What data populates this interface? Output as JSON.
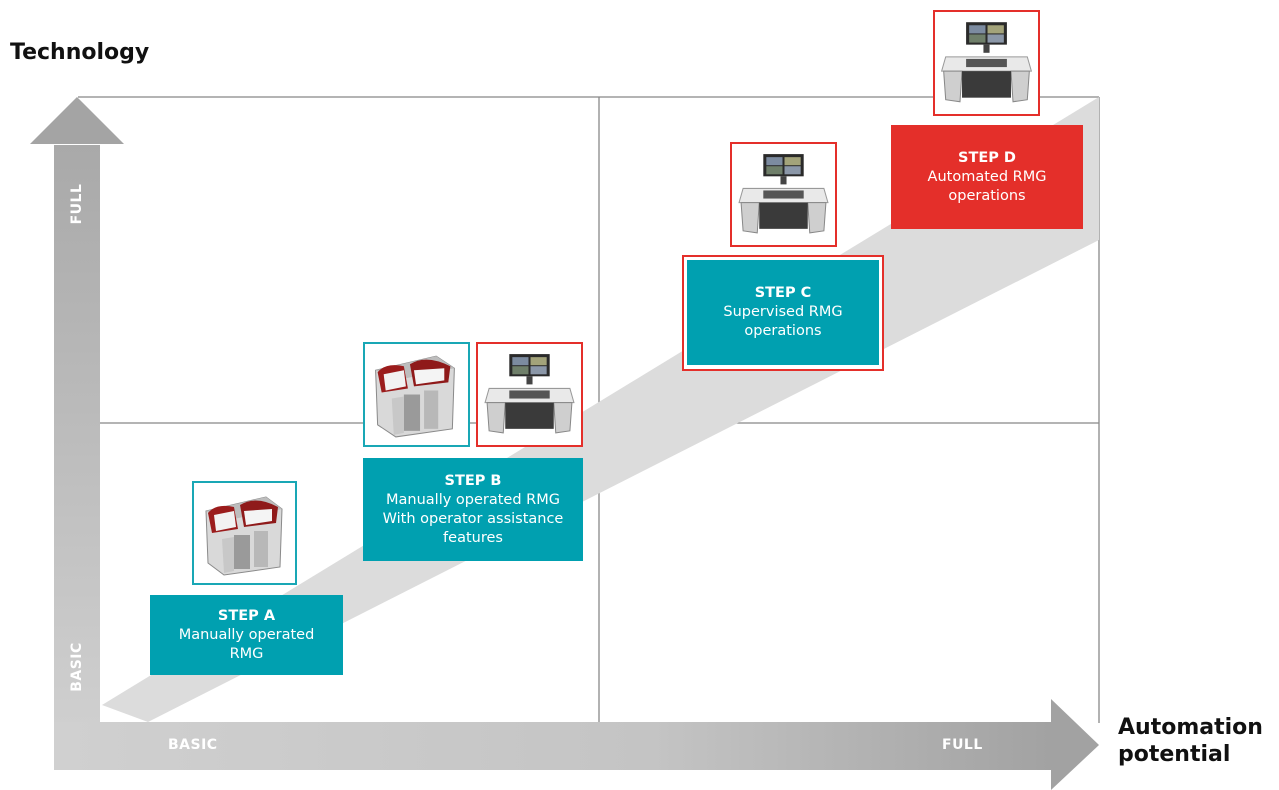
{
  "axes": {
    "y_title": "Technology",
    "x_title_line1": "Automation",
    "x_title_line2": "potential",
    "y_low": "BASIC",
    "y_high": "FULL",
    "x_low": "BASIC",
    "x_high": "FULL"
  },
  "steps": [
    {
      "title": "STEP A",
      "line1": "Manually operated",
      "line2": "RMG",
      "line3": "",
      "color": "#00a0b0"
    },
    {
      "title": "STEP B",
      "line1": "Manually operated RMG",
      "line2": "With operator assistance",
      "line3": "features",
      "color": "#00a0b0"
    },
    {
      "title": "STEP C",
      "line1": "Supervised RMG",
      "line2": "operations",
      "line3": "",
      "color": "#00a0b0"
    },
    {
      "title": "STEP D",
      "line1": "Automated RMG",
      "line2": "operations",
      "line3": "",
      "color": "#e42f2a"
    }
  ],
  "thumbnails": [
    {
      "icon": "rmg-crane-cabin-icon",
      "border": "#19a7b5"
    },
    {
      "icon": "rmg-crane-cabin-icon",
      "border": "#19a7b5"
    },
    {
      "icon": "remote-operator-desk-icon",
      "border": "#e42f2a"
    },
    {
      "icon": "remote-operator-desk-icon",
      "border": "#e42f2a"
    },
    {
      "icon": "remote-operator-desk-icon",
      "border": "#e42f2a"
    }
  ],
  "colors": {
    "teal": "#00a0b0",
    "red": "#e42f2a",
    "axis_gray": "#a8a8a8",
    "band_gray": "#dcdcdc",
    "grid": "#888888"
  }
}
